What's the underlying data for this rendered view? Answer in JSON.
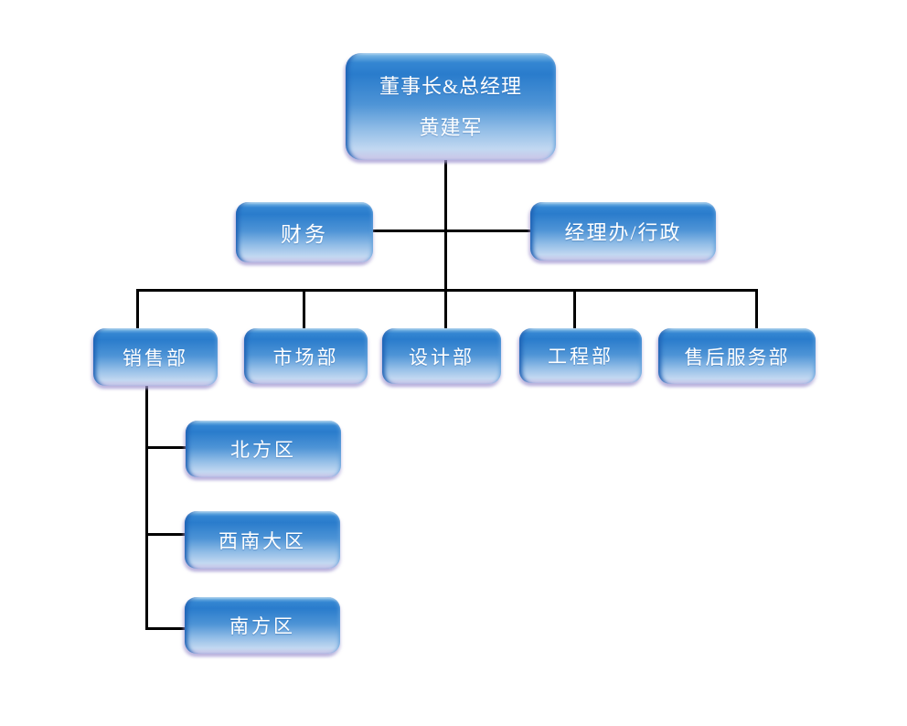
{
  "org": {
    "root": {
      "title": "董事长&总经理",
      "name": "黄建军"
    },
    "staff": [
      {
        "label": "财务"
      },
      {
        "label": "经理办/行政"
      }
    ],
    "departments": [
      {
        "label": "销售部"
      },
      {
        "label": "市场部"
      },
      {
        "label": "设计部"
      },
      {
        "label": "工程部"
      },
      {
        "label": "售后服务部"
      }
    ],
    "sales_regions": [
      {
        "label": "北方区"
      },
      {
        "label": "西南大区"
      },
      {
        "label": "南方区"
      }
    ]
  },
  "colors": {
    "node_blue_top": "#2a7ccc",
    "node_blue_mid": "#4e94d6",
    "node_blue_bottom": "#c2d8f1",
    "node_lavender_edge": "#cbc4e7",
    "node_text": "#ffffff",
    "connector_line": "#000000",
    "background": "#ffffff"
  }
}
